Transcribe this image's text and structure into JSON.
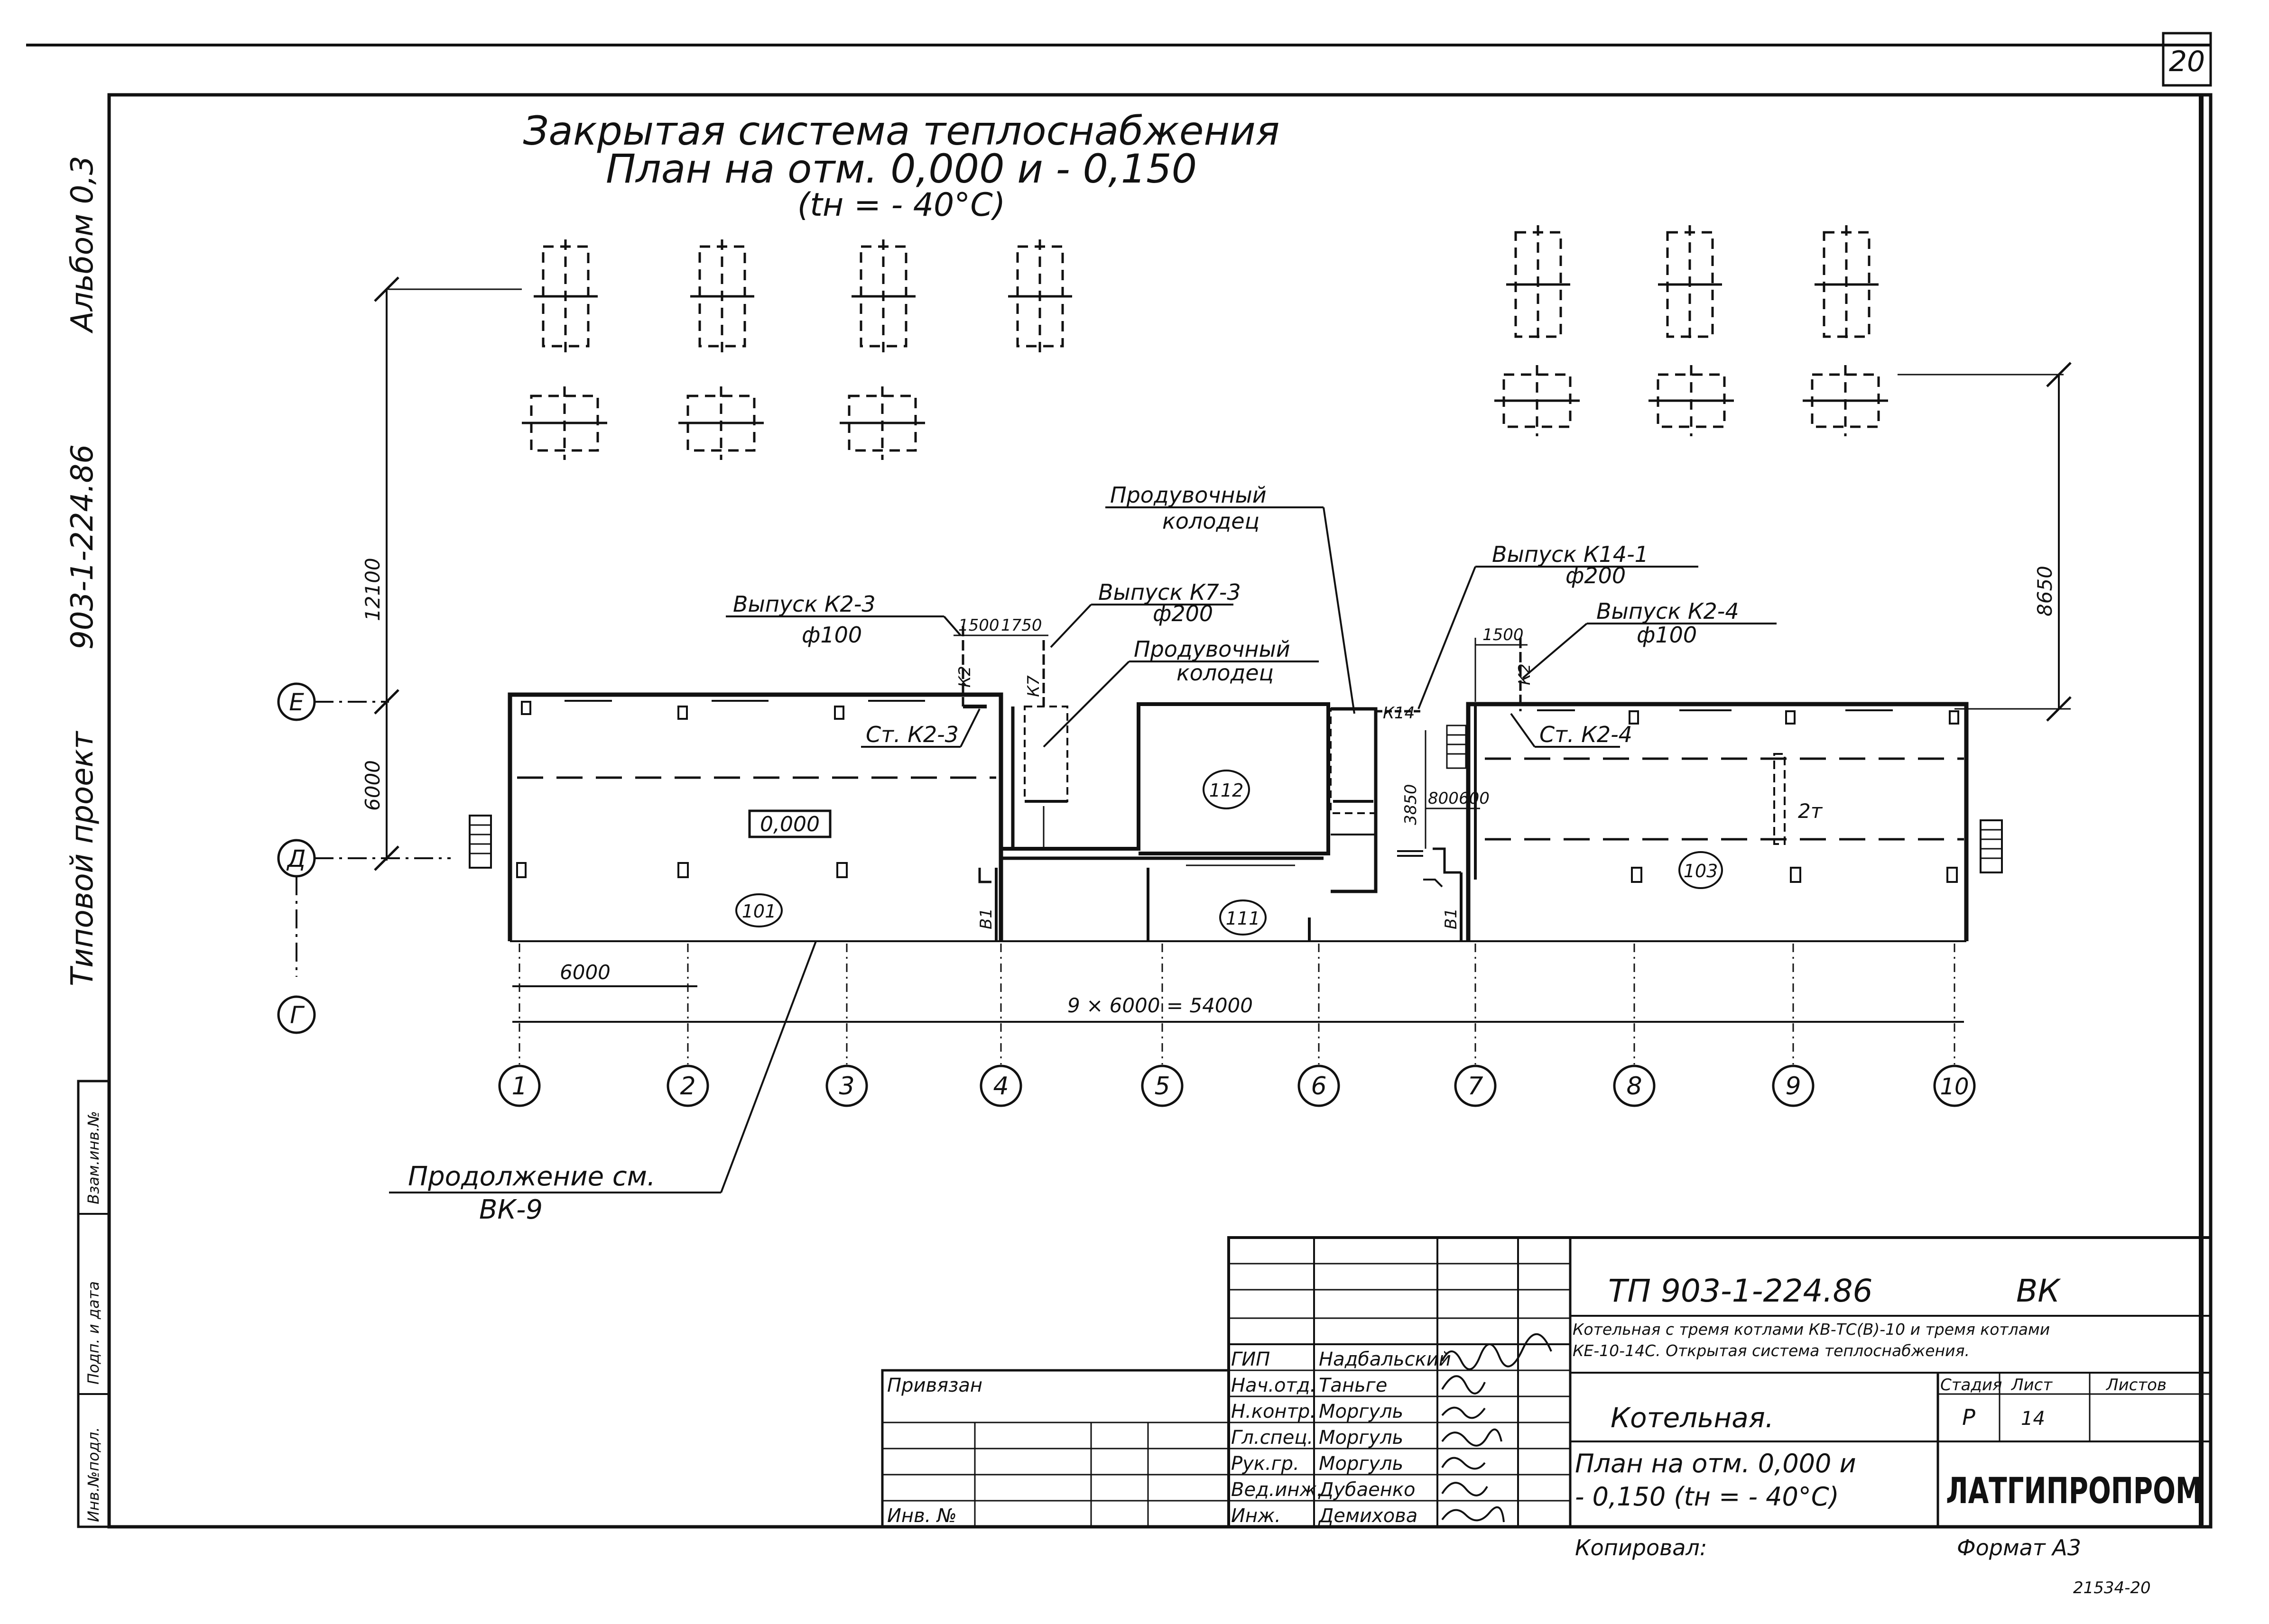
{
  "sheet_number": "20",
  "title": {
    "line1": "Закрытая система теплоснабжения",
    "line2": "План на отм. 0,000 и - 0,150",
    "line3": "(tн = - 40°С)"
  },
  "side_labels": {
    "album": "Альбом 0,3",
    "project_number": "903-1-224.86",
    "typical_project": "Типовой проект",
    "stamp_cells": [
      "Инв.№подл.",
      "Подп. и дата",
      "Взам.инв.№"
    ]
  },
  "axes": {
    "columns": [
      "1",
      "2",
      "3",
      "4",
      "5",
      "6",
      "7",
      "8",
      "9",
      "10"
    ],
    "rows": [
      "Е",
      "Д",
      "Г"
    ]
  },
  "dimensions": {
    "d_12100": "12100",
    "d_6000_vertical": "6000",
    "d_8650": "8650",
    "d_6000_bay": "6000",
    "d_total": "9 × 6000 = 54000",
    "d_1500_left": "1500",
    "d_1750": "1750",
    "d_1500_right": "1500",
    "d_3850": "3850",
    "d_800": "800",
    "d_600": "600"
  },
  "annotations": {
    "vypusk_k2_3": "Выпуск К2-3",
    "phi_100_left": "ф100",
    "vypusk_k7_3": "Выпуск К7-3",
    "phi_200_mid": "ф200",
    "produv_1_a": "Продувочный",
    "produv_1_b": "колодец",
    "produv_2_a": "Продувочный",
    "produv_2_b": "колодец",
    "vypusk_k14_1": "Выпуск К14-1",
    "phi_200_right": "ф200",
    "vypusk_k2_4": "Выпуск К2-4",
    "phi_100_right": "ф100",
    "st_k2_3": "Ст. К2-3",
    "st_k2_4": "Ст. К2-4",
    "level": "0,000",
    "room_101": "101",
    "room_112": "112",
    "room_111": "111",
    "room_103": "103",
    "crane": "2т",
    "k2": "К2",
    "k7": "К7",
    "k14": "К14",
    "b1_left": "В1",
    "b1_right": "В1",
    "continuation_a": "Продолжение см.",
    "continuation_b": "ВК-9"
  },
  "title_block": {
    "doc_code": "ТП 903-1-224.86",
    "mark": "ВК",
    "object_line1": "Котельная с тремя котлами КВ-ТС(В)-10 и тремя котлами",
    "object_line2": "КЕ-10-14С. Открытая система теплоснабжения.",
    "building": "Котельная.",
    "sheet_title_1": "План на отм. 0,000 и",
    "sheet_title_2": "- 0,150 (tн = - 40°С)",
    "stage_header": "Стадия",
    "sheet_header": "Лист",
    "sheets_header": "Листов",
    "stage": "Р",
    "sheet": "14",
    "organization": "ЛАТГИПРОПРОМ",
    "privyazan": "Привязан",
    "inv_no": "Инв. №",
    "copied": "Копировал:",
    "format": "Формат А3",
    "archive_no": "21534-20",
    "roles": [
      {
        "role": "ГИП",
        "name": "Надбальский"
      },
      {
        "role": "Нач.отд.",
        "name": "Таньге"
      },
      {
        "role": "Н.контр.",
        "name": "Моргуль"
      },
      {
        "role": "Гл.спец.",
        "name": "Моргуль"
      },
      {
        "role": "Рук.гр.",
        "name": "Моргуль"
      },
      {
        "role": "Вед.инж.",
        "name": "Дубаенко"
      },
      {
        "role": "Инж.",
        "name": "Демихова"
      }
    ]
  }
}
